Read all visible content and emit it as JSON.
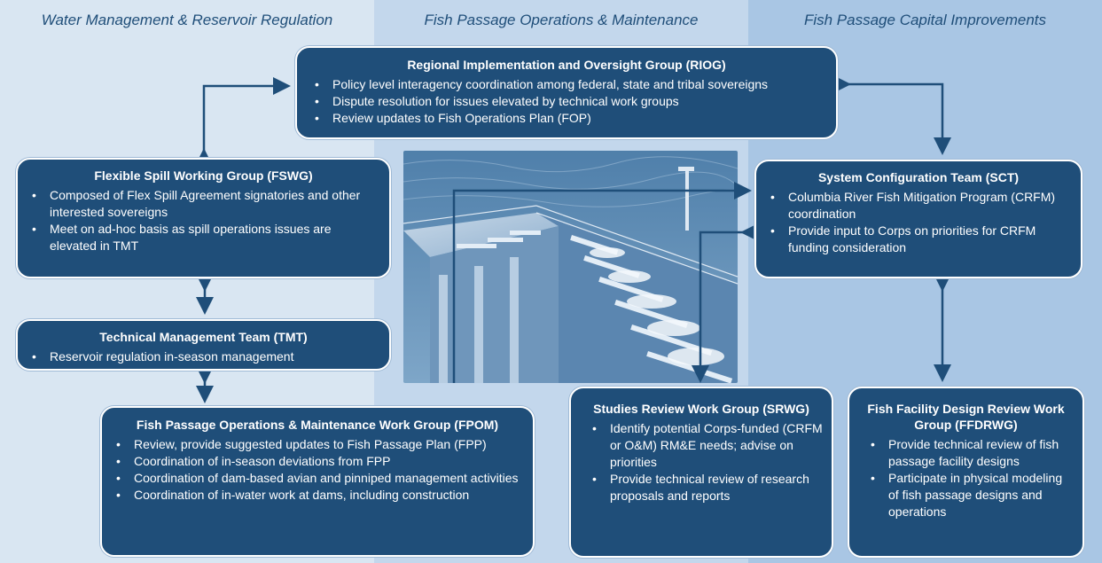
{
  "columns": {
    "left": "Water Management & Reservoir Regulation",
    "middle": "Fish Passage Operations & Maintenance",
    "right": "Fish Passage Capital Improvements"
  },
  "colors": {
    "box_fill": "#1f4e79",
    "arrow": "#1f4e79",
    "column_left_bg": "#d9e6f2",
    "column_mid_bg": "#c3d7ec",
    "column_right_bg": "#a9c6e4"
  },
  "boxes": {
    "riog": {
      "title": "Regional Implementation and Oversight Group (RIOG)",
      "items": [
        "Policy level interagency coordination among federal, state and tribal sovereigns",
        "Dispute resolution for issues elevated by technical work groups",
        "Review updates to Fish Operations Plan (FOP)"
      ]
    },
    "fswg": {
      "title": "Flexible Spill Working Group (FSWG)",
      "items": [
        "Composed of Flex Spill Agreement signatories and other interested sovereigns",
        "Meet on ad-hoc basis as spill operations issues are elevated in TMT"
      ]
    },
    "tmt": {
      "title": "Technical Management Team (TMT)",
      "items": [
        "Reservoir regulation in-season management"
      ]
    },
    "fpom": {
      "title": "Fish Passage Operations & Maintenance Work Group (FPOM)",
      "items": [
        "Review, provide suggested updates to Fish Passage Plan (FPP)",
        "Coordination of in-season deviations from FPP",
        "Coordination of dam-based avian and pinniped management activities",
        "Coordination of in-water work at dams, including construction"
      ]
    },
    "sct": {
      "title": "System Configuration Team (SCT)",
      "items": [
        "Columbia River Fish Mitigation Program (CRFM) coordination",
        "Provide input to Corps on priorities for CRFM funding consideration"
      ]
    },
    "srwg": {
      "title": "Studies Review Work Group (SRWG)",
      "items": [
        "Identify potential Corps-funded (CRFM or O&M) RM&E needs; advise on priorities",
        "Provide technical review of research proposals and reports"
      ]
    },
    "ffdrwg": {
      "title": "Fish Facility Design Review Work Group (FFDRWG)",
      "items": [
        "Provide technical review of fish passage facility designs",
        "Participate in physical modeling of fish passage designs and operations"
      ]
    }
  }
}
